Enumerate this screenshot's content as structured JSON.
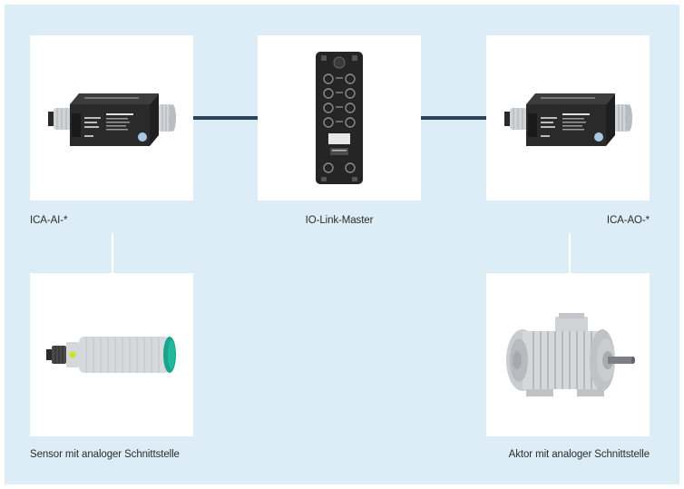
{
  "diagram": {
    "colors": {
      "background": "#dcedf7",
      "card": "#ffffff",
      "link_line": "#2c4359",
      "connector_line": "#ffffff",
      "device_body": "#2a2a2a",
      "sensor_cap": "#1aa38a",
      "sensor_led": "#c8e61c"
    },
    "nodes": [
      {
        "id": "ica-ai",
        "label": "ICA-AI-*",
        "icon": "io-link-converter-icon"
      },
      {
        "id": "io-link-master",
        "label": "IO-Link-Master",
        "icon": "io-link-master-icon"
      },
      {
        "id": "ica-ao",
        "label": "ICA-AO-*",
        "icon": "io-link-converter-icon"
      },
      {
        "id": "sensor",
        "label": "Sensor mit analoger Schnittstelle",
        "icon": "cylindrical-sensor-icon"
      },
      {
        "id": "actuator",
        "label": "Aktor mit analoger Schnittstelle",
        "icon": "electric-motor-icon"
      }
    ],
    "connections": [
      {
        "from": "ica-ai",
        "to": "io-link-master"
      },
      {
        "from": "io-link-master",
        "to": "ica-ao"
      },
      {
        "from": "ica-ai",
        "to": "sensor"
      },
      {
        "from": "ica-ao",
        "to": "actuator"
      }
    ]
  }
}
